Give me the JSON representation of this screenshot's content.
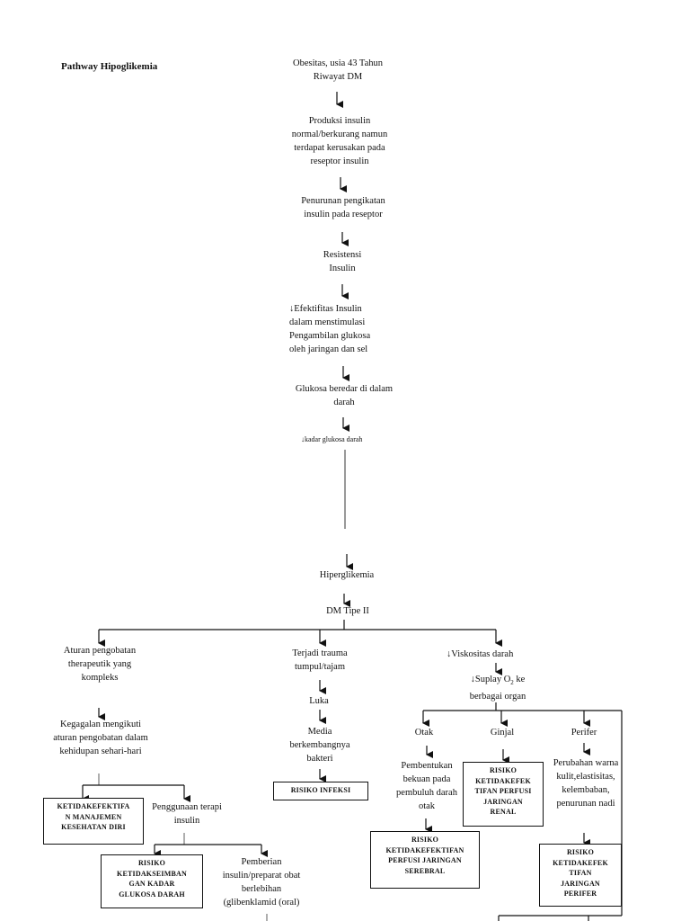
{
  "title": "Pathway Hipoglikemia",
  "nodes": {
    "n1": "Obesitas, usia 43 Tahun\nRiwayat DM",
    "n2": "Produksi insulin\nnormal/berkurang namun\nterdapat kerusakan pada\nreseptor insulin",
    "n3": "Penurunan pengikatan\ninsulin pada reseptor",
    "n4": "Resistensi\nInsulin",
    "n5": "↓Efektifitas Insulin\ndalam menstimulasi\nPengambilan glukosa\noleh jaringan dan sel",
    "n6": "Glukosa beredar di dalam\ndarah",
    "n7": "↓kadar glukosa darah",
    "n8": "Hiperglikemia",
    "n9": "DM Tipe II",
    "l1": "Aturan pengobatan\ntherapeutik yang\nkompleks",
    "l2": "Kegagalan mengikuti\naturan pengobatan dalam\nkehidupan sehari-hari",
    "l3": "Penggunaan terapi\ninsulin",
    "l4": "Pemberian\ninsulin/preparat obat\nberlebihan\n(glibenklamid (oral)",
    "m1": "Terjadi trauma\ntumpul/tajam",
    "m2": "Luka",
    "m3": "Media\nberkembangnya\nbakteri",
    "r1": "↓Viskositas darah",
    "r2a": "↓Suplay O",
    "r2sub": "2",
    "r2b": " ke",
    "r2c": "berbagai organ",
    "r3": "Otak",
    "r4": "Ginjal",
    "r5": "Perifer",
    "r6": "Pembentukan\nbekuan pada\npembuluh darah\notak",
    "r7": "Perubahan warna\nkulit,elastisitas,\nkelembaban,\npenurunan nadi"
  },
  "boxes": {
    "b1": "KETIDAKEFEKTIFA\nN MANAJEMEN\nKESEHATAN DIRI",
    "b2": "RISIKO\nKETIDAKSEIMBAN\nGAN KADAR\nGLUKOSA DARAH",
    "b3": "RISIKO INFEKSI",
    "b4": "RISIKO\nKETIDAKEFEKTIFAN\nPERFUSI JARINGAN\nSEREBRAL",
    "b5": "RISIKO\nKETIDAKEFEK\nTIFAN PERFUSI\nJARINGAN\nRENAL",
    "b6": "RISIKO\nKETIDAKEFEK\nTIFAN\nJARINGAN\nPERIFER"
  }
}
